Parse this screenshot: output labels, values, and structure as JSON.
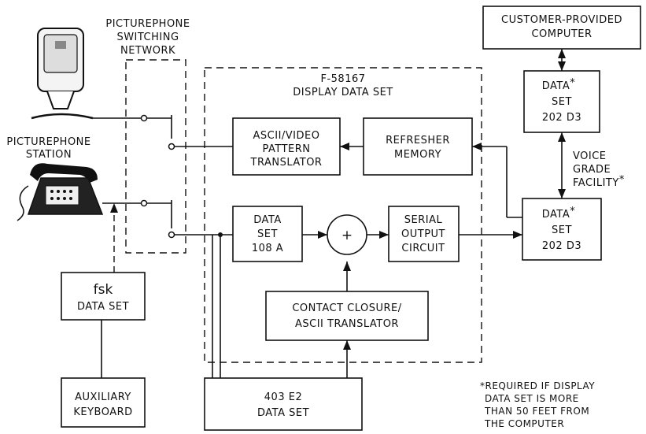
{
  "network": {
    "line1": "PICTUREPHONE",
    "line2": "SWITCHING",
    "line3": "NETWORK"
  },
  "data_set_group": {
    "line1": "F-58167",
    "line2": "DISPLAY DATA SET"
  },
  "station": {
    "line1": "PICTUREPHONE",
    "line2": "STATION"
  },
  "customer_computer": {
    "line1": "CUSTOMER-PROVIDED",
    "line2": "COMPUTER"
  },
  "data_set_top": {
    "line1": "DATA",
    "star": "*",
    "line2": "SET",
    "line3": "202 D3"
  },
  "data_set_bottom": {
    "line1": "DATA",
    "star": "*",
    "line2": "SET",
    "line3": "202 D3"
  },
  "voice_grade": {
    "line1": "VOICE",
    "line2": "GRADE",
    "line3": "FACILITY",
    "star": "*"
  },
  "ascii_video": {
    "line1": "ASCII/VIDEO",
    "line2": "PATTERN",
    "line3": "TRANSLATOR"
  },
  "refresher": {
    "line1": "REFRESHER",
    "line2": "MEMORY"
  },
  "data_set_108": {
    "line1": "DATA",
    "line2": "SET",
    "line3": "108 A"
  },
  "summer": {
    "symbol": "+"
  },
  "serial_output": {
    "line1": "SERIAL",
    "line2": "OUTPUT",
    "line3": "CIRCUIT"
  },
  "contact_closure": {
    "line1": "CONTACT CLOSURE/",
    "line2": "ASCII TRANSLATOR"
  },
  "fsk": {
    "line1": "fsk",
    "line2": "DATA SET"
  },
  "aux_keyboard": {
    "line1": "AUXILIARY",
    "line2": "KEYBOARD"
  },
  "data_set_403": {
    "line1": "403 E2",
    "line2": "DATA SET"
  },
  "footnote": {
    "line1": "*REQUIRED IF DISPLAY",
    "line2": "DATA SET IS MORE",
    "line3": "THAN 50 FEET FROM",
    "line4": "THE COMPUTER"
  }
}
